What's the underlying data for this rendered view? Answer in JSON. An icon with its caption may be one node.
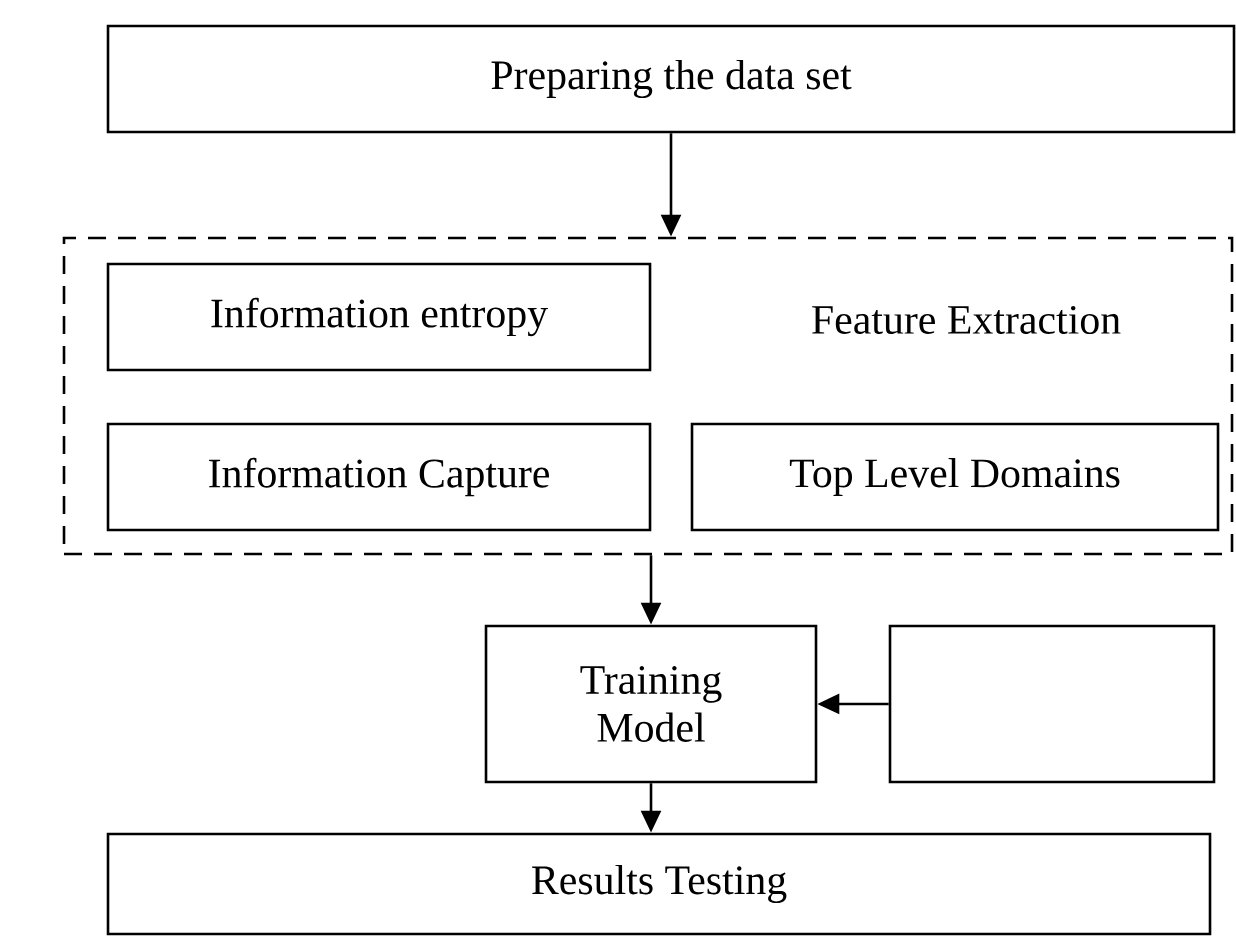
{
  "diagram": {
    "nodes": [
      {
        "text": [
          "Preparing the data set"
        ]
      },
      {
        "text": [
          "Feature Extraction"
        ]
      },
      {
        "text": [
          "Information entropy"
        ],
        "in": 1
      },
      {
        "text": [
          "Information Capture"
        ],
        "in": 1
      },
      {
        "text": [
          "Top Level Domains"
        ],
        "in": 1
      },
      {
        "text": [
          "Training Model"
        ]
      },
      {
        "text": [],
        "shape": "box"
      },
      {
        "text": [
          "Results Testing"
        ]
      }
    ],
    "edges": [
      {
        "from": 0,
        "to": 1,
        "arrow": "to"
      },
      {
        "from": 1,
        "to": 5,
        "arrow": "to"
      },
      {
        "from": 6,
        "to": 5,
        "arrow": "to"
      },
      {
        "from": 5,
        "to": 7,
        "arrow": "to"
      }
    ]
  }
}
